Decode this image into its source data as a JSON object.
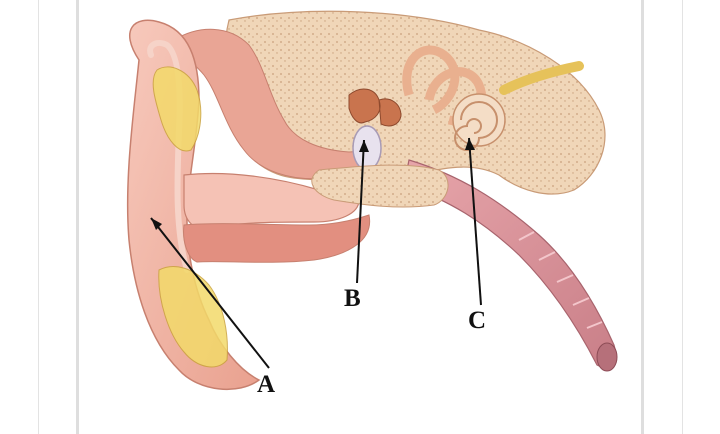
{
  "diagram": {
    "labels": {
      "a": "A",
      "b": "B",
      "c": "C"
    },
    "colors": {
      "skin": "#f2b7a8",
      "skin_dark": "#d98c7c",
      "bone": "#f0d2b0",
      "canal": "#e9a595",
      "fat": "#f3da6a",
      "tube": "#d98e95",
      "nerve": "#e6c25a",
      "arrow": "#111111"
    }
  }
}
